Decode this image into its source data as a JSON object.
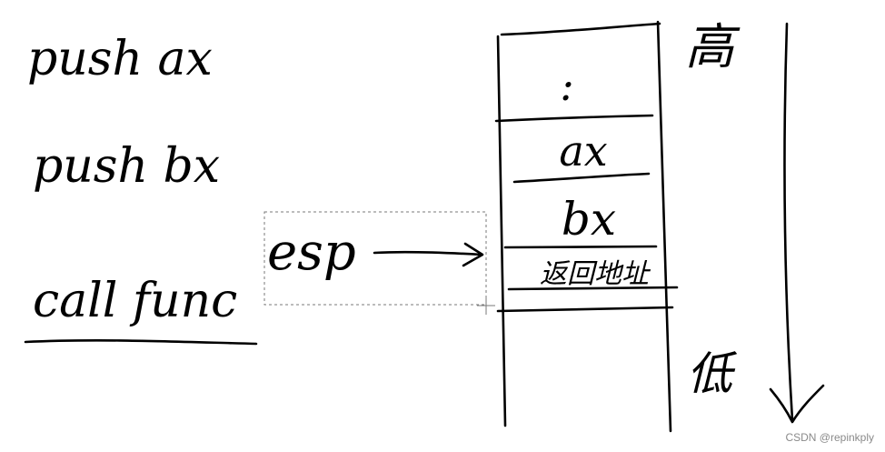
{
  "instructions": [
    "push ax",
    "push bx",
    "call func"
  ],
  "pointer_label": "esp",
  "stack_cells": [
    ":",
    "ax",
    "bx",
    "返回地址"
  ],
  "direction": {
    "top_label": "高",
    "bottom_label": "低"
  },
  "watermark": "CSDN @repinkply",
  "colors": {
    "ink": "#000000",
    "selection_border": "#7a7a7a",
    "watermark": "#8a8a8a"
  }
}
